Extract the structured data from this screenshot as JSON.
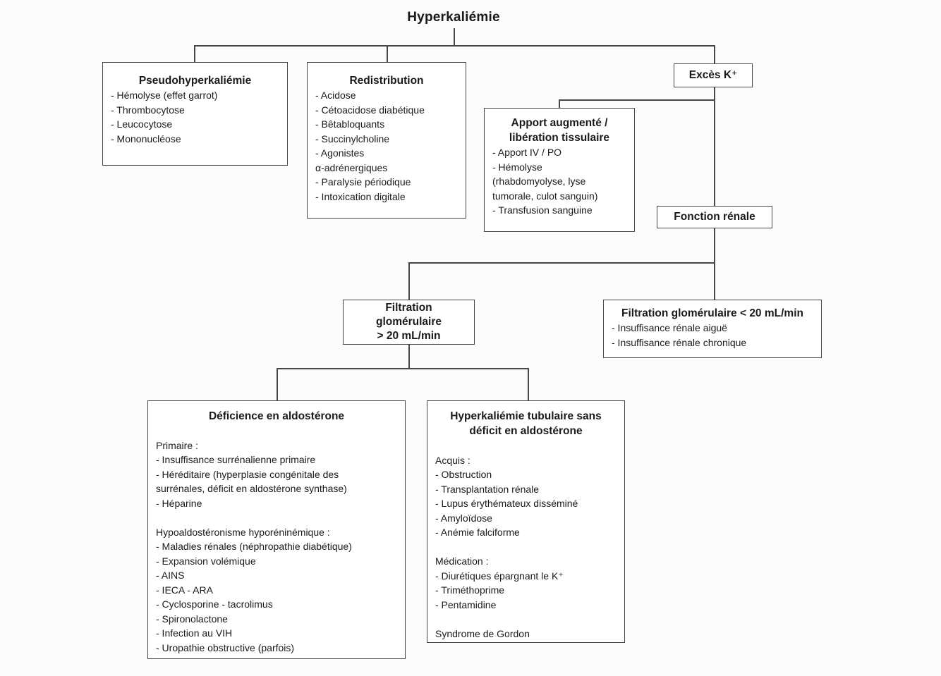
{
  "title": "Hyperkaliémie",
  "colors": {
    "background": "#fcfcfc",
    "box_fill": "#ffffff",
    "box_border": "#474747",
    "connector": "#474747",
    "text": "#1a1a1a"
  },
  "nodes": {
    "pseudohyperkaliemie": {
      "title": "Pseudohyperkaliémie",
      "lines": [
        "- Hémolyse (effet garrot)",
        "- Thrombocytose",
        "- Leucocytose",
        "- Mononucléose"
      ]
    },
    "redistribution": {
      "title": "Redistribution",
      "lines": [
        "- Acidose",
        "- Cétoacidose diabétique",
        "- Bêtabloquants",
        "- Succinylcholine",
        "- Agonistes",
        "α-adrénergiques",
        "- Paralysie périodique",
        "- Intoxication digitale"
      ]
    },
    "exces_k": {
      "title": "Excès K⁺"
    },
    "apport_augmente": {
      "title_lines": [
        "Apport augmenté /",
        "libération tissulaire"
      ],
      "lines": [
        "- Apport IV / PO",
        "- Hémolyse",
        "(rhabdomyolyse, lyse",
        "tumorale, culot sanguin)",
        "- Transfusion sanguine"
      ]
    },
    "fonction_renale": {
      "title": "Fonction rénale"
    },
    "filtration_sup20": {
      "title_lines": [
        "Filtration",
        "glomérulaire",
        "> 20 mL/min"
      ]
    },
    "filtration_inf20": {
      "title": "Filtration glomérulaire < 20 mL/min",
      "lines": [
        "- Insuffisance rénale aiguë",
        "- Insuffisance rénale chronique"
      ]
    },
    "deficience_aldosterone": {
      "title": "Déficience en aldostérone",
      "lines": [
        "",
        "Primaire :",
        "- Insuffisance surrénalienne primaire",
        "- Héréditaire (hyperplasie congénitale des",
        "surrénales, déficit en aldostérone synthase)",
        "- Héparine",
        "",
        "Hypoaldostéronisme hyporéninémique :",
        "- Maladies rénales (néphropathie diabétique)",
        "- Expansion volémique",
        "- AINS",
        "- IECA - ARA",
        "- Cyclosporine - tacrolimus",
        "- Spironolactone",
        "- Infection au VIH",
        "- Uropathie obstructive (parfois)"
      ]
    },
    "tubulaire_sans_deficit": {
      "title_lines": [
        "Hyperkaliémie tubulaire sans",
        "déficit en aldostérone"
      ],
      "lines": [
        "",
        "Acquis :",
        "- Obstruction",
        "- Transplantation rénale",
        "- Lupus érythémateux disséminé",
        "- Amyloïdose",
        "- Anémie falciforme",
        "",
        "Médication :",
        "- Diurétiques épargnant le K⁺",
        "- Triméthoprime",
        "- Pentamidine",
        "",
        "Syndrome de Gordon"
      ]
    }
  }
}
